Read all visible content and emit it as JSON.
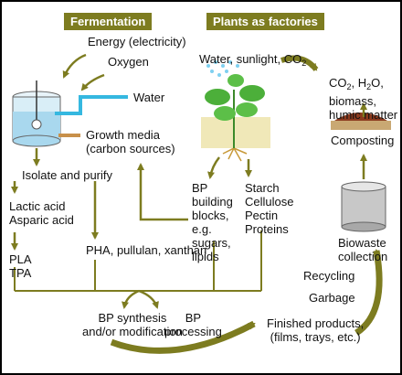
{
  "headers": {
    "fermentation": "Fermentation",
    "plants": "Plants as factories"
  },
  "fermentation": {
    "energy": "Energy (electricity)",
    "oxygen": "Oxygen",
    "water": "Water",
    "growth_media": "Growth media\n(carbon sources)",
    "isolate": "Isolate and purify",
    "acids": "Lactic acid\nAsparic acid",
    "pla_tpa": "PLA\nTPA",
    "pha": "PHA, pullulan, xanthan"
  },
  "plants": {
    "inputs_main": "Water, sunlight, CO",
    "inputs_sub": "2",
    "bp_blocks": "BP\nbuilding\nblocks,\ne.g.\nsugars,\nlipids",
    "polymers": "Starch\nCellulose\nPectin\nProteins"
  },
  "lifecycle": {
    "co2_line1_a": "CO",
    "co2_line1_b": "2",
    "co2_line1_c": ", H",
    "co2_line1_d": "2",
    "co2_line1_e": "O,",
    "co2_rest": "biomass,\nhumic matter",
    "composting": "Composting",
    "biowaste": "Biowaste\ncollection",
    "recycling": "Recycling",
    "garbage": "Garbage"
  },
  "processing": {
    "synthesis": "BP synthesis\nand/or modification",
    "bp_processing": "BP\nprocessing",
    "finished": "Finished products,\n(films, trays, etc.)"
  },
  "colors": {
    "olive": "#7d7c20",
    "water": "#35b8e0",
    "pipe": "#c8904a",
    "compost": "#8b3a1e"
  }
}
